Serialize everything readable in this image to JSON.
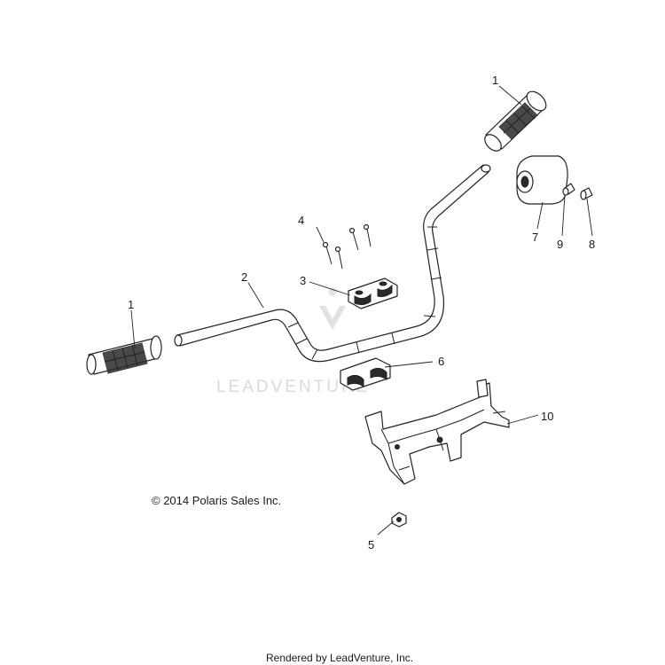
{
  "watermark": {
    "text": "LEADVENTURE"
  },
  "copyright": "© 2014 Polaris Sales Inc.",
  "footer": "Rendered by LeadVenture, Inc.",
  "callouts": {
    "grip_right": "1",
    "grip_left": "1",
    "handlebar": "2",
    "clamp_upper": "3",
    "bolts": "4",
    "nut": "5",
    "clamp_lower": "6",
    "switch_housing": "7",
    "plug_small": "8",
    "screw_small": "9",
    "bracket": "10"
  }
}
